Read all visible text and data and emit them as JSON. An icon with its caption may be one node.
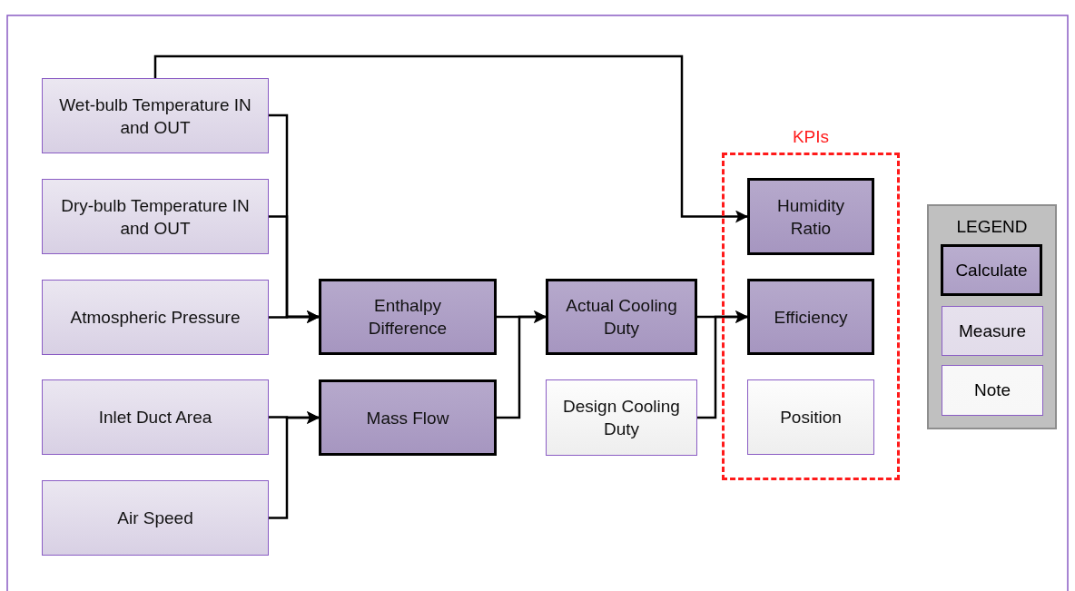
{
  "diagram": {
    "nodes": [
      {
        "text": [
          "Wet-bulb Temperature IN and OUT"
        ]
      },
      {
        "text": [
          "Dry-bulb Temperature IN and OUT"
        ]
      },
      {
        "text": [
          "Atmospheric Pressure"
        ]
      },
      {
        "text": [
          "Inlet Duct Area"
        ]
      },
      {
        "text": [
          "Air Speed"
        ]
      },
      {
        "text": [
          "Enthalpy Difference"
        ]
      },
      {
        "text": [
          "Mass Flow"
        ]
      },
      {
        "text": [
          "Actual Cooling Duty"
        ]
      },
      {
        "text": [
          "Design Cooling Duty"
        ]
      },
      {
        "text": [
          "KPIs"
        ]
      },
      {
        "text": [
          "Humidity Ratio"
        ],
        "in": 9
      },
      {
        "text": [
          "Efficiency"
        ],
        "in": 9
      },
      {
        "text": [
          "Position"
        ],
        "in": 9
      }
    ],
    "edges": [
      {
        "from": 0,
        "to": 10,
        "arrow": "to"
      },
      {
        "from": 0,
        "to": 5,
        "arrow": "to"
      },
      {
        "from": 1,
        "to": 5,
        "arrow": "to"
      },
      {
        "from": 2,
        "to": 5,
        "arrow": "to"
      },
      {
        "from": 3,
        "to": 6,
        "arrow": "to"
      },
      {
        "from": 4,
        "to": 6,
        "arrow": "to"
      },
      {
        "from": 5,
        "to": 7,
        "arrow": "to"
      },
      {
        "from": 6,
        "to": 7,
        "arrow": "to"
      },
      {
        "from": 7,
        "to": 11,
        "arrow": "to"
      },
      {
        "from": 8,
        "to": 11,
        "arrow": "to"
      }
    ],
    "labels": [
      "LEGEND"
    ],
    "legend": [
      {
        "text": "Calculate",
        "color": "#ad9fc6"
      },
      {
        "text": "Measure",
        "color": "#e2dcea"
      },
      {
        "text": "Note",
        "color": "#f7f7f7"
      }
    ]
  }
}
